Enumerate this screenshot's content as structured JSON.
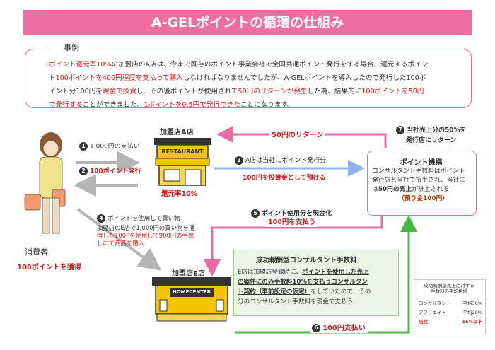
{
  "title": "A-GELポイントの循環の仕組み",
  "case": {
    "label": "事例",
    "line1_a": "ポイント還元率10%",
    "line1_b": "の加盟店のA店は、今まで既存のポイント事業会社で全国共通ポイント発行をする場合、還元するポイン",
    "line2_a": "ト",
    "line2_b": "100ポイントを400円程度を支払って購入",
    "line2_c": "しなければなりませんでしたが、A-GELポイントを導入したので発行した100ポ",
    "line3_a": "イント分100円を",
    "line3_b": "現金で投資",
    "line3_c": "し、その後ポイントが使用されて",
    "line3_d": "50円のリターンが発生",
    "line3_e": "した為、結果的に",
    "line3_f": "100ポイントを50円",
    "line4_a": "で発行する",
    "line4_b": "ことができました。",
    "line4_c": "1ポイントを0.5円で発行できた",
    "line4_d": "ことになります。"
  },
  "consumer": {
    "label": "消費者",
    "earned": "100ポイントを獲得"
  },
  "store_a": {
    "label": "加盟店A店",
    "sign": "RESTAURANT",
    "rate": "還元率10%"
  },
  "store_e": {
    "label": "加盟店E店",
    "sign": "HOMECENTER"
  },
  "steps": {
    "s1": {
      "num": "1",
      "text": "1,000円の支払い"
    },
    "s2": {
      "num": "2",
      "text": "100ポイント発行"
    },
    "s3": {
      "num": "3",
      "text": "A店は当社にポイント発行分",
      "text2": "100円を投資金として預ける"
    },
    "s4": {
      "num": "4",
      "text": "ポイントを使用して買い物",
      "text2": "加盟店のE店で1,000円の買い物を播",
      "text3": "得した100Pを使用して900円の手出",
      "text4": "しにて商品を購入"
    },
    "s5": {
      "num": "5",
      "text": "ポイント使用分を現金化",
      "text2": "100円を支払う"
    },
    "s6": {
      "num": "6",
      "text": "100円支払い"
    },
    "s7": {
      "num": "7",
      "text": "当社売上分の50%を",
      "text2": "発行店にリターン"
    },
    "return50": "50円のリターン"
  },
  "point_org": {
    "title": "ポイント機構",
    "l1": "コンサルタント手数料はポイント",
    "l2": "発行店と当社で折半され、当社に",
    "l3a": "は",
    "l3b": "50円の売上",
    "l3c": "が計上される",
    "l4": "（預り金100円）"
  },
  "fee_box": {
    "title": "成功報酬型コンサルタント手数料",
    "l1": "E店は加盟店登録時に、",
    "l1b": "ポイントを使用した売上",
    "l2": "の案件にのみ手数料10%を支払うコンサルタン",
    "l3": "ト契約（事前設定の仮定）",
    "l3b": "をしていたので、その",
    "l4": "分のコンサルタント手数料を現金で支払う"
  },
  "stats": {
    "title1": "成功報酬型売上に対する",
    "title2": "手数料の平均相場",
    "rows": [
      {
        "name": "コンサルタント",
        "value": "平均30%"
      },
      {
        "name": "アフリエイト",
        "value": "平均20%"
      },
      {
        "name": "当社",
        "value": "15%以下"
      }
    ]
  },
  "colors": {
    "pink": "#ee6f9f",
    "red": "#d21a1a",
    "gray_arrow": "#b4b4b4",
    "blue_arrow": "#8fb4e8",
    "green_arrow": "#46b83c",
    "pink_arrow": "#e96aa7"
  }
}
